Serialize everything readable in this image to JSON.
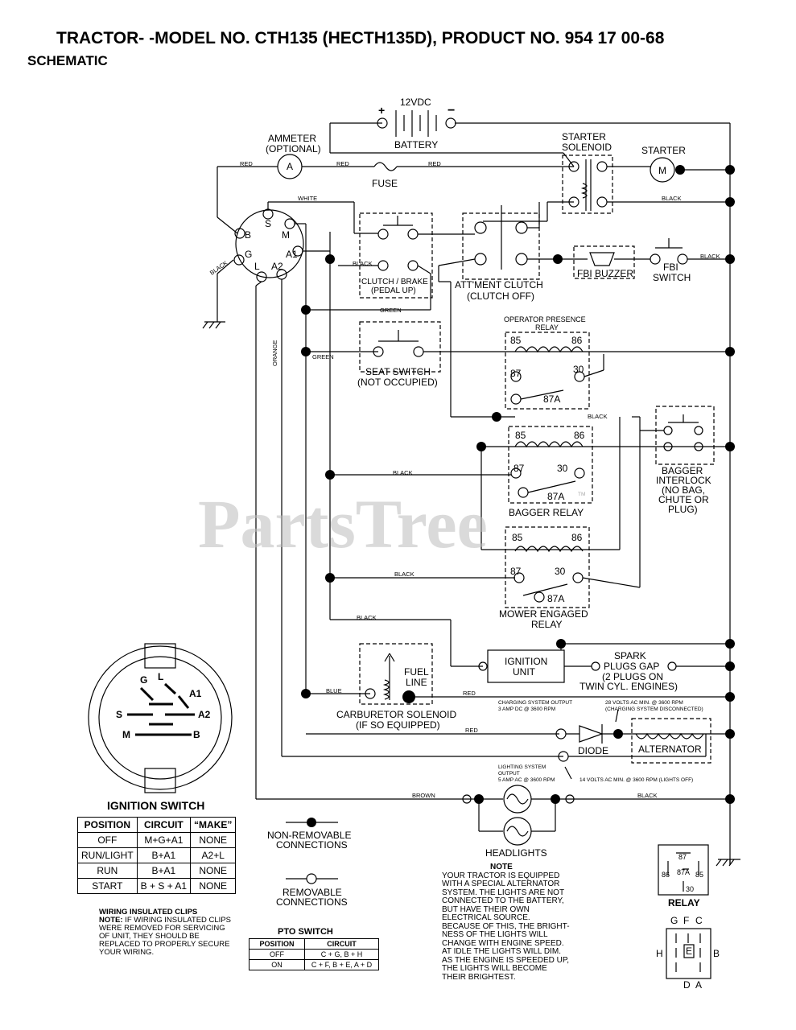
{
  "header": {
    "title": "TRACTOR- -MODEL NO. CTH135 (HECTH135D), PRODUCT NO. 954 17 00-68",
    "subtitle": "SCHEMATIC"
  },
  "watermark": "PartsTree",
  "watermark_tm": "TM",
  "components": {
    "battery_voltage": "12VDC",
    "battery": "BATTERY",
    "battery_plus": "+",
    "battery_minus": "−",
    "ammeter": [
      "AMMETER",
      "(OPTIONAL)"
    ],
    "ammeter_symbol": "A",
    "fuse": "FUSE",
    "starter_solenoid": [
      "STARTER",
      "SOLENOID"
    ],
    "starter": "STARTER",
    "starter_symbol": "M",
    "clutch_brake": [
      "CLUTCH / BRAKE",
      "(PEDAL UP)"
    ],
    "attachment_clutch": [
      "ATT'MENT CLUTCH",
      "(CLUTCH OFF)"
    ],
    "fbi_buzzer": "FBI BUZZER",
    "fbi_switch": [
      "FBI",
      "SWITCH"
    ],
    "seat_switch": [
      "SEAT SWITCH",
      "(NOT OCCUPIED)"
    ],
    "operator_presence_relay": [
      "OPERATOR PRESENCE",
      "RELAY"
    ],
    "bagger_interlock": [
      "BAGGER",
      "INTERLOCK",
      "(NO BAG,",
      "CHUTE OR",
      "PLUG)"
    ],
    "bagger_relay": "BAGGER RELAY",
    "mower_engaged_relay": [
      "MOWER ENGAGED",
      "RELAY"
    ],
    "ignition_unit": [
      "IGNITION",
      "UNIT"
    ],
    "spark_plugs": [
      "SPARK",
      "PLUGS GAP",
      "(2 PLUGS ON",
      "TWIN CYL. ENGINES)"
    ],
    "fuel_line": [
      "FUEL",
      "LINE"
    ],
    "carburetor_solenoid": [
      "CARBURETOR SOLENOID",
      "(IF SO EQUIPPED)"
    ],
    "diode": "DIODE",
    "alternator": "ALTERNATOR",
    "charging_output": [
      "CHARGING SYSTEM OUTPUT",
      "3 AMP DC @ 3600 RPM"
    ],
    "volts_28": [
      "28 VOLTS AC MIN. @ 3600 RPM",
      "(CHARGING SYSTEM DISCONNECTED)"
    ],
    "lighting_output": [
      "LIGHTING SYSTEM",
      "OUTPUT",
      "5 AMP AC @ 3600 RPM"
    ],
    "volts_14": "14 VOLTS AC MIN. @ 3600 RPM (LIGHTS OFF)",
    "headlights": "HEADLIGHTS",
    "relay_pins": [
      "85",
      "86",
      "87",
      "30",
      "87A"
    ],
    "switch_terminals": [
      "S",
      "B",
      "M",
      "G",
      "A1",
      "L",
      "A2"
    ]
  },
  "wires": {
    "red": "RED",
    "white": "WHITE",
    "black": "BLACK",
    "green": "GREEN",
    "orange": "ORANGE",
    "blue": "BLUE",
    "brown": "BROWN"
  },
  "legend": {
    "non_removable": [
      "NON-REMOVABLE",
      "CONNECTIONS"
    ],
    "removable": [
      "REMOVABLE",
      "CONNECTIONS"
    ]
  },
  "ignition_switch": {
    "title": "IGNITION SWITCH",
    "face_labels": [
      "G",
      "L",
      "A1",
      "S",
      "A2",
      "M",
      "B"
    ],
    "columns": [
      "POSITION",
      "CIRCUIT",
      "“MAKE”"
    ],
    "rows": [
      [
        "OFF",
        "M+G+A1",
        "NONE"
      ],
      [
        "RUN/LIGHT",
        "B+A1",
        "A2+L"
      ],
      [
        "RUN",
        "B+A1",
        "NONE"
      ],
      [
        "START",
        "B + S + A1",
        "NONE"
      ]
    ]
  },
  "wiring_clips": {
    "title": "WIRING INSULATED CLIPS",
    "note_label": "NOTE:",
    "text": " IF WIRING INSULATED CLIPS WERE REMOVED FOR SERVICING OF UNIT, THEY SHOULD BE REPLACED TO PROPERLY SECURE YOUR WIRING."
  },
  "pto_switch": {
    "title": "PTO SWITCH",
    "columns": [
      "POSITION",
      "CIRCUIT"
    ],
    "rows": [
      [
        "OFF",
        "C + G, B + H"
      ],
      [
        "ON",
        "C + F, B + E, A + D"
      ]
    ]
  },
  "note": {
    "title": "NOTE",
    "lines": [
      "YOUR TRACTOR IS EQUIPPED",
      "WITH A SPECIAL ALTERNATOR",
      "SYSTEM.  THE LIGHTS ARE NOT",
      "CONNECTED TO  THE BATTERY,",
      "BUT HAVE THEIR OWN",
      "ELECTRICAL SOURCE.",
      "BECAUSE OF THIS, THE BRIGHT-",
      "NESS OF THE LIGHTS WILL",
      "CHANGE WITH ENGINE SPEED.",
      "AT IDLE THE LIGHTS WILL DIM.",
      "AS THE ENGINE IS SPEEDED UP,",
      "THE LIGHTS WILL BECOME",
      "THEIR BRIGHTEST."
    ]
  },
  "relay_diagram": {
    "title": "RELAY",
    "pins": [
      "87",
      "86",
      "87A",
      "85",
      "30"
    ]
  },
  "pto_diagram": {
    "letters_top": [
      "G",
      "F",
      "C"
    ],
    "left": "H",
    "center": "E",
    "right": "B",
    "letters_bottom": [
      "D",
      "A"
    ]
  }
}
